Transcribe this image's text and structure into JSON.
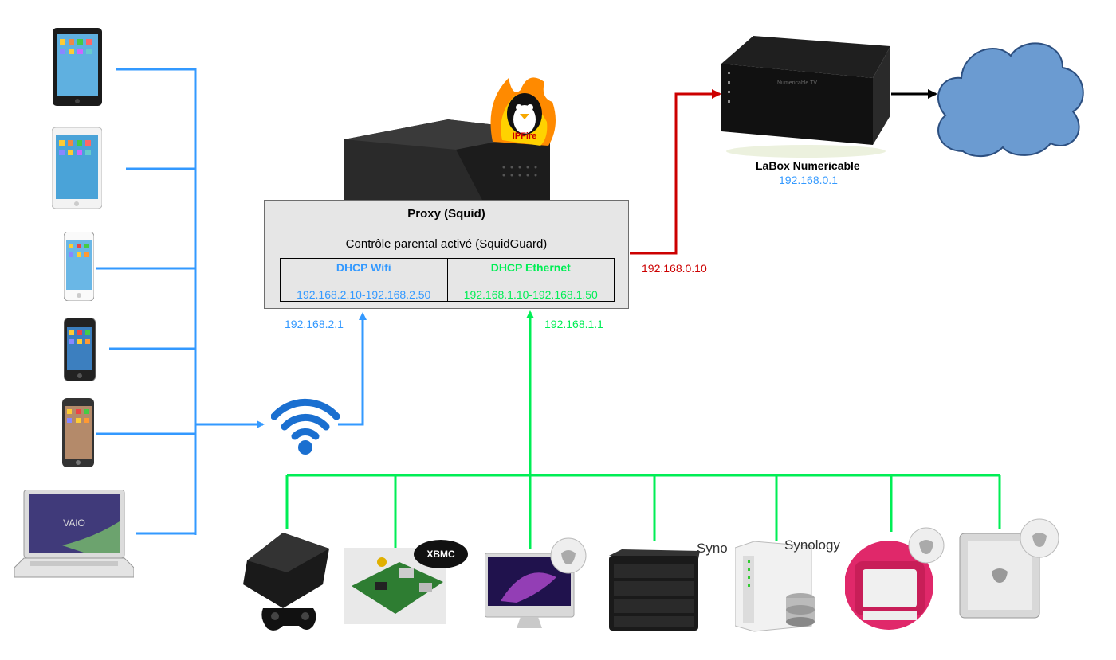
{
  "proxy": {
    "title": "Proxy (Squid)",
    "subtitle": "Contrôle parental activé (SquidGuard)",
    "wifi": {
      "label": "DHCP Wifi",
      "range": "192.168.2.10-192.168.2.50"
    },
    "ethernet": {
      "label": "DHCP Ethernet",
      "range": "192.168.1.10-192.168.1.50"
    },
    "wan_ip": "192.168.0.10",
    "wifi_gateway": "192.168.2.1",
    "eth_gateway": "192.168.1.1"
  },
  "box": {
    "name": "LaBox Numericable",
    "ip": "192.168.0.1"
  },
  "logos": {
    "ipfire": "IPFire",
    "xbmc": "XBMC",
    "synology": "Synology",
    "vaio": "VAIO"
  },
  "colors": {
    "wifi": "#3399ff",
    "ethernet": "#00ee55",
    "wan": "#cc0000",
    "internet": "#000000",
    "cloud": "#6699cc"
  },
  "icons": [
    "ipad-icon",
    "ipad-white-icon",
    "iphone5c-icon",
    "iphone4-icon",
    "iphone6-icon",
    "laptop-icon",
    "wifi-icon",
    "server-icon",
    "ipfire-logo",
    "router-icon",
    "cloud-icon",
    "ps3-icon",
    "raspberry-pi-icon",
    "imac-icon",
    "nas-ds411-icon",
    "nas-ds213-icon",
    "imac-g3-icon",
    "powermac-icon",
    "apple-logo-icon"
  ]
}
